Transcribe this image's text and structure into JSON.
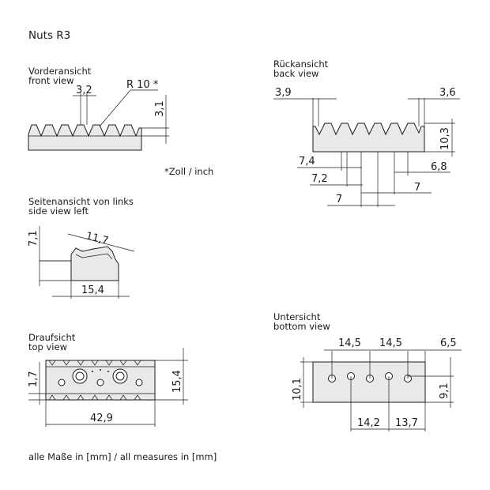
{
  "title": "Nuts R3",
  "views": {
    "front": {
      "label_de": "Vorderansicht",
      "label_en": "front view",
      "dim_a": "3,2",
      "dim_b": "3,1",
      "radius": "R 10 *"
    },
    "back": {
      "label_de": "Rückansicht",
      "label_en": "back view",
      "dim_a": "3,9",
      "dim_b": "3,6",
      "dim_c": "10,3",
      "dim_d": "7,4",
      "dim_e": "6,8",
      "dim_f": "7,2",
      "dim_g": "7",
      "dim_h": "7"
    },
    "side": {
      "label_de": "Seitenansicht von links",
      "label_en": "side view left",
      "dim_a": "7,1",
      "dim_b": "11,7",
      "dim_c": "15,4"
    },
    "top": {
      "label_de": "Draufsicht",
      "label_en": "top view",
      "dim_a": "1,7",
      "dim_b": "15,4",
      "dim_c": "42,9"
    },
    "bottom": {
      "label_de": "Untersicht",
      "label_en": "bottom view",
      "dim_a": "14,5",
      "dim_b": "14,5",
      "dim_c": "6,5",
      "dim_d": "10,1",
      "dim_e": "9,1",
      "dim_f": "14,2",
      "dim_g": "13,7"
    }
  },
  "note_inch": "*Zoll / inch",
  "footer": "alle Maße in [mm] / all measures in [mm]"
}
